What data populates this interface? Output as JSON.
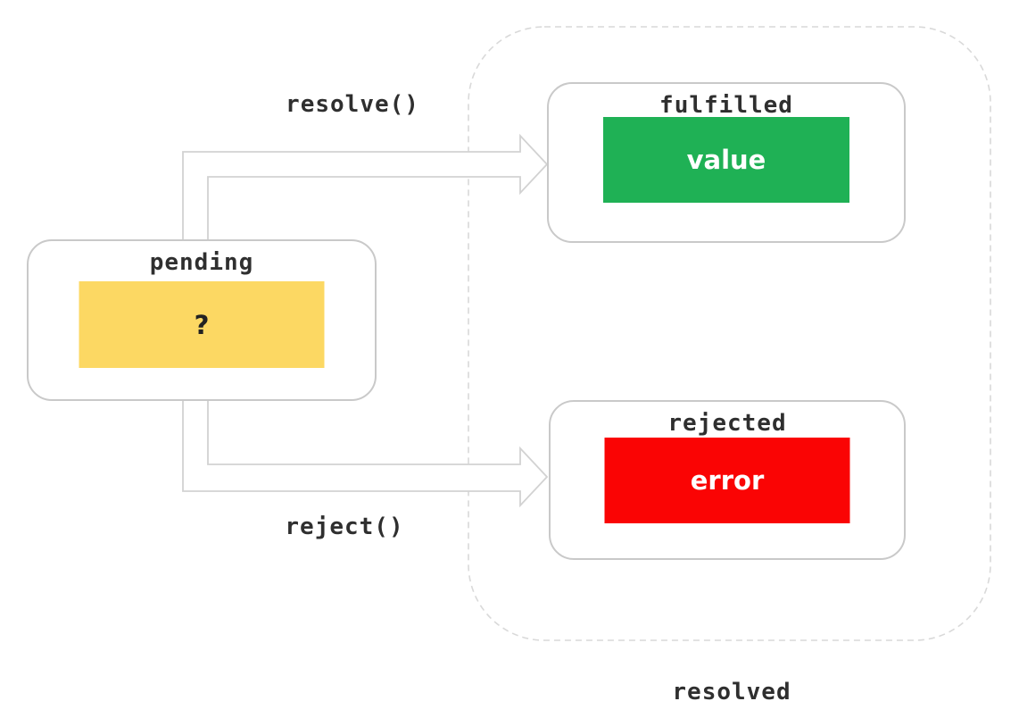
{
  "diagram": {
    "title_semantic": "promise-states",
    "states": {
      "pending": {
        "label": "pending",
        "value_text": "?",
        "fill": "#fcd863",
        "text_color": "#222222"
      },
      "fulfilled": {
        "label": "fulfilled",
        "value_text": "value",
        "fill": "#1fb155",
        "text_color": "#ffffff"
      },
      "rejected": {
        "label": "rejected",
        "value_text": "error",
        "fill": "#fa0404",
        "text_color": "#ffffff"
      }
    },
    "transitions": {
      "resolve": {
        "label": "resolve()"
      },
      "reject": {
        "label": "reject()"
      }
    },
    "group": {
      "label": "resolved"
    },
    "colors": {
      "box_border": "#c9c9c9",
      "arrow_stroke": "#d2d2d2",
      "dashed_border": "#d9d9d9",
      "label_text": "#2f2f2f"
    }
  }
}
